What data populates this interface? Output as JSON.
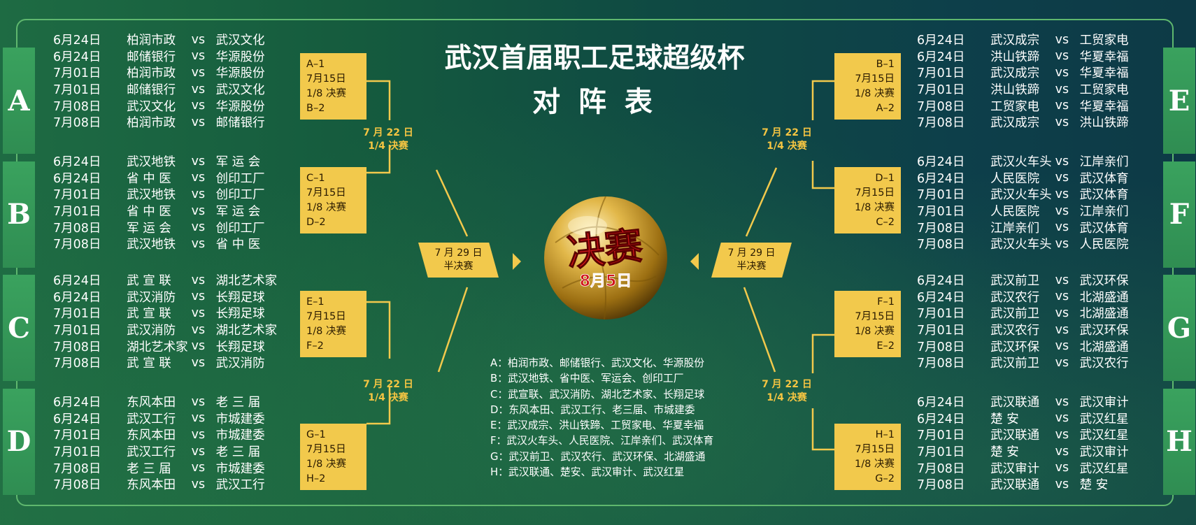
{
  "title": {
    "line1": "武汉首届职工足球超级杯",
    "line2": "对 阵 表"
  },
  "ball": {
    "text": "决赛",
    "date": "8月5日"
  },
  "vs_text": "vs",
  "groups_left": [
    {
      "label": "A",
      "matches": [
        {
          "date": "6月24日",
          "home": "柏润市政",
          "away": "武汉文化"
        },
        {
          "date": "6月24日",
          "home": "邮储银行",
          "away": "华源股份"
        },
        {
          "date": "7月01日",
          "home": "柏润市政",
          "away": "华源股份"
        },
        {
          "date": "7月01日",
          "home": "邮储银行",
          "away": "武汉文化"
        },
        {
          "date": "7月08日",
          "home": "武汉文化",
          "away": "华源股份"
        },
        {
          "date": "7月08日",
          "home": "柏润市政",
          "away": "邮储银行"
        }
      ]
    },
    {
      "label": "B",
      "matches": [
        {
          "date": "6月24日",
          "home": "武汉地铁",
          "away": "军 运 会"
        },
        {
          "date": "6月24日",
          "home": "省 中 医",
          "away": "创印工厂"
        },
        {
          "date": "7月01日",
          "home": "武汉地铁",
          "away": "创印工厂"
        },
        {
          "date": "7月01日",
          "home": "省 中 医",
          "away": "军 运 会"
        },
        {
          "date": "7月08日",
          "home": "军 运 会",
          "away": "创印工厂"
        },
        {
          "date": "7月08日",
          "home": "武汉地铁",
          "away": "省 中 医"
        }
      ]
    },
    {
      "label": "C",
      "matches": [
        {
          "date": "6月24日",
          "home": "武 宣 联",
          "away": "湖北艺术家"
        },
        {
          "date": "6月24日",
          "home": "武汉消防",
          "away": "长翔足球"
        },
        {
          "date": "7月01日",
          "home": "武 宣 联",
          "away": "长翔足球"
        },
        {
          "date": "7月01日",
          "home": "武汉消防",
          "away": "湖北艺术家"
        },
        {
          "date": "7月08日",
          "home": "湖北艺术家",
          "away": "长翔足球"
        },
        {
          "date": "7月08日",
          "home": "武 宣 联",
          "away": "武汉消防"
        }
      ]
    },
    {
      "label": "D",
      "matches": [
        {
          "date": "6月24日",
          "home": "东风本田",
          "away": "老 三 届"
        },
        {
          "date": "6月24日",
          "home": "武汉工行",
          "away": "市城建委"
        },
        {
          "date": "7月01日",
          "home": "东风本田",
          "away": "市城建委"
        },
        {
          "date": "7月01日",
          "home": "武汉工行",
          "away": "老 三 届"
        },
        {
          "date": "7月08日",
          "home": "老 三 届",
          "away": "市城建委"
        },
        {
          "date": "7月08日",
          "home": "东风本田",
          "away": "武汉工行"
        }
      ]
    }
  ],
  "groups_right": [
    {
      "label": "E",
      "matches": [
        {
          "date": "6月24日",
          "home": "武汉成宗",
          "away": "工贸家电"
        },
        {
          "date": "6月24日",
          "home": "洪山铁蹄",
          "away": "华夏幸福"
        },
        {
          "date": "7月01日",
          "home": "武汉成宗",
          "away": "华夏幸福"
        },
        {
          "date": "7月01日",
          "home": "洪山铁蹄",
          "away": "工贸家电"
        },
        {
          "date": "7月08日",
          "home": "工贸家电",
          "away": "华夏幸福"
        },
        {
          "date": "7月08日",
          "home": "武汉成宗",
          "away": "洪山铁蹄"
        }
      ]
    },
    {
      "label": "F",
      "matches": [
        {
          "date": "6月24日",
          "home": "武汉火车头",
          "away": "江岸亲们"
        },
        {
          "date": "6月24日",
          "home": "人民医院",
          "away": "武汉体育"
        },
        {
          "date": "7月01日",
          "home": "武汉火车头",
          "away": "武汉体育"
        },
        {
          "date": "7月01日",
          "home": "人民医院",
          "away": "江岸亲们"
        },
        {
          "date": "7月08日",
          "home": "江岸亲们",
          "away": "武汉体育"
        },
        {
          "date": "7月08日",
          "home": "武汉火车头",
          "away": "人民医院"
        }
      ]
    },
    {
      "label": "G",
      "matches": [
        {
          "date": "6月24日",
          "home": "武汉前卫",
          "away": "武汉环保"
        },
        {
          "date": "6月24日",
          "home": "武汉农行",
          "away": "北湖盛通"
        },
        {
          "date": "7月01日",
          "home": "武汉前卫",
          "away": "北湖盛通"
        },
        {
          "date": "7月01日",
          "home": "武汉农行",
          "away": "武汉环保"
        },
        {
          "date": "7月08日",
          "home": "武汉环保",
          "away": "北湖盛通"
        },
        {
          "date": "7月08日",
          "home": "武汉前卫",
          "away": "武汉农行"
        }
      ]
    },
    {
      "label": "H",
      "matches": [
        {
          "date": "6月24日",
          "home": "武汉联通",
          "away": "武汉审计"
        },
        {
          "date": "6月24日",
          "home": "楚 安",
          "away": "武汉红星"
        },
        {
          "date": "7月01日",
          "home": "武汉联通",
          "away": "武汉红星"
        },
        {
          "date": "7月01日",
          "home": "楚 安",
          "away": "武汉审计"
        },
        {
          "date": "7月08日",
          "home": "武汉审计",
          "away": "武汉红星"
        },
        {
          "date": "7月08日",
          "home": "武汉联通",
          "away": "楚 安"
        }
      ]
    }
  ],
  "r16_left": [
    {
      "top": "A–1",
      "date": "7月15日",
      "stage": "1/8 决赛",
      "bottom": "B–2"
    },
    {
      "top": "C–1",
      "date": "7月15日",
      "stage": "1/8 决赛",
      "bottom": "D–2"
    },
    {
      "top": "E–1",
      "date": "7月15日",
      "stage": "1/8 决赛",
      "bottom": "F–2"
    },
    {
      "top": "G–1",
      "date": "7月15日",
      "stage": "1/8 决赛",
      "bottom": "H–2"
    }
  ],
  "r16_right": [
    {
      "top": "B–1",
      "date": "7月15日",
      "stage": "1/8 决赛",
      "bottom": "A–2"
    },
    {
      "top": "D–1",
      "date": "7月15日",
      "stage": "1/8 决赛",
      "bottom": "C–2"
    },
    {
      "top": "F–1",
      "date": "7月15日",
      "stage": "1/8 决赛",
      "bottom": "E–2"
    },
    {
      "top": "H–1",
      "date": "7月15日",
      "stage": "1/8 决赛",
      "bottom": "G–2"
    }
  ],
  "qf": {
    "date": "7 月 22 日",
    "stage": "1/4 决赛"
  },
  "sf": {
    "date": "7 月 29 日",
    "stage": "半决赛"
  },
  "legend": [
    "A：柏润市政、邮储银行、武汉文化、华源股份",
    "B：武汉地铁、省中医、军运会、创印工厂",
    "C：武宣联、武汉消防、湖北艺术家、长翔足球",
    "D：东风本田、武汉工行、老三届、市城建委",
    "E：武汉成宗、洪山铁蹄、工贸家电、华夏幸福",
    "F：武汉火车头、人民医院、江岸亲们、武汉体育",
    "G：武汉前卫、武汉农行、武汉环保、北湖盛通",
    "H：武汉联通、楚安、武汉审计、武汉红星"
  ],
  "colors": {
    "accent_yellow": "#f2c94c",
    "label_yellow": "#f5c542",
    "tab_green": "#3aa25e",
    "frame_green": "#5fb86e",
    "ball_red": "#d0161b"
  }
}
